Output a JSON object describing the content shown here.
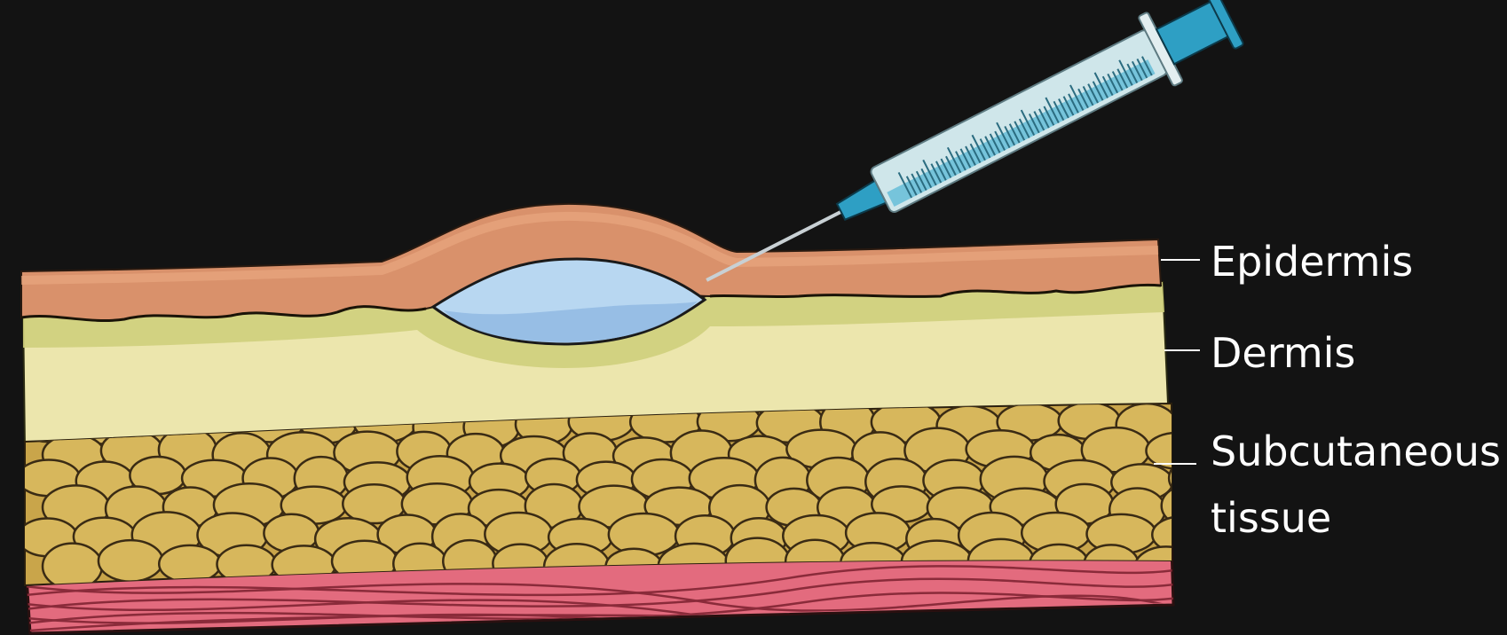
{
  "labels": {
    "epidermis": "Epidermis",
    "dermis": "Dermis",
    "subcutaneous_line1": "Subcutaneous",
    "subcutaneous_line2": "tissue"
  },
  "colors": {
    "background": "#131313",
    "epidermis": "#d9916b",
    "dermis": "#ece6ad",
    "dermis_edge": "#cfcf7c",
    "fat_cell": "#d7b75c",
    "fat_cell_outline": "#3a2b14",
    "muscle": "#e36b7e",
    "bleb": "#b8d7f1",
    "syringe_barrel": "#cfe6ea",
    "syringe_plunger": "#2e9fc4",
    "label_text": "#ffffff"
  }
}
